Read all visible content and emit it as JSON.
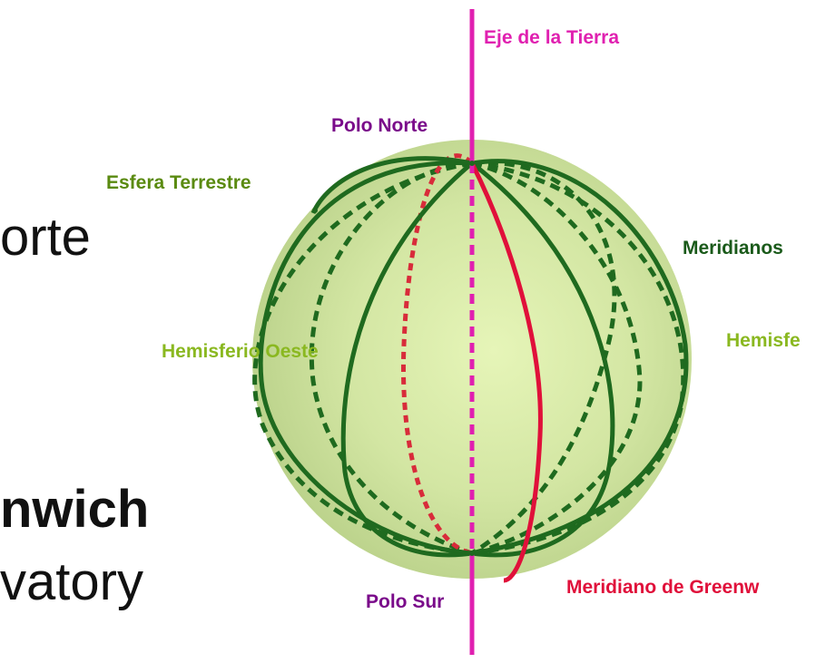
{
  "slide_text": {
    "line1": "orte",
    "line2": "nwich",
    "line3": "vatory"
  },
  "labels": {
    "axis": "Eje de la Tierra",
    "north_pole": "Polo Norte",
    "sphere": "Esfera Terrestre",
    "meridians": "Meridianos",
    "west_hemisphere": "Hemisferio Oeste",
    "east_hemisphere": "Hemisfe",
    "south_pole": "Polo Sur",
    "greenwich": "Meridiano de Greenw"
  },
  "colors": {
    "axis": "#e020b0",
    "pole_label": "#7a0a8a",
    "sphere_label": "#5a8a10",
    "meridians_label": "#1a5a1a",
    "hemisphere_label": "#8ab820",
    "greenwich": "#e0103a",
    "meridian_line": "#1f6a1f",
    "sphere_fill": "#c9dd9a"
  }
}
